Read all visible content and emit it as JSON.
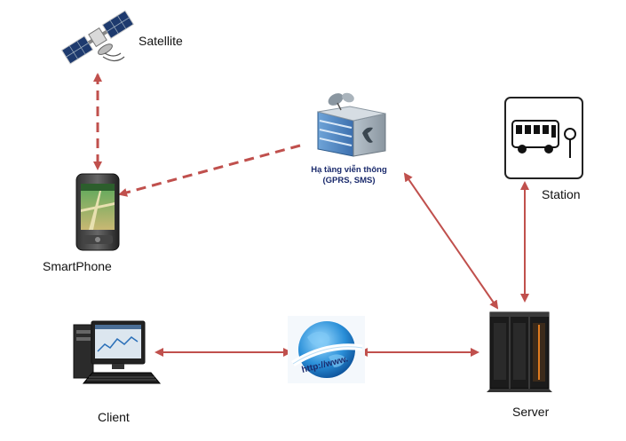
{
  "nodes": {
    "satellite": {
      "label": "Satellite"
    },
    "smartphone": {
      "label": "SmartPhone"
    },
    "telecom": {
      "label_line1": "Hạ tầng viễn thông",
      "label_line2": "(GPRS, SMS)"
    },
    "station": {
      "label": "Station"
    },
    "client": {
      "label": "Client"
    },
    "server": {
      "label": "Server"
    },
    "internet": {
      "text": "http://www."
    }
  },
  "colors": {
    "arrow": "#c0504d",
    "label_blue": "#1a2a6c"
  },
  "connections": [
    {
      "from": "satellite",
      "to": "smartphone",
      "style": "dashed",
      "direction": "both"
    },
    {
      "from": "telecom",
      "to": "smartphone",
      "style": "dashed",
      "direction": "to"
    },
    {
      "from": "telecom",
      "to": "server",
      "style": "solid",
      "direction": "both"
    },
    {
      "from": "station",
      "to": "server",
      "style": "solid",
      "direction": "both"
    },
    {
      "from": "client",
      "to": "internet",
      "style": "solid",
      "direction": "both"
    },
    {
      "from": "internet",
      "to": "server",
      "style": "solid",
      "direction": "both"
    }
  ]
}
